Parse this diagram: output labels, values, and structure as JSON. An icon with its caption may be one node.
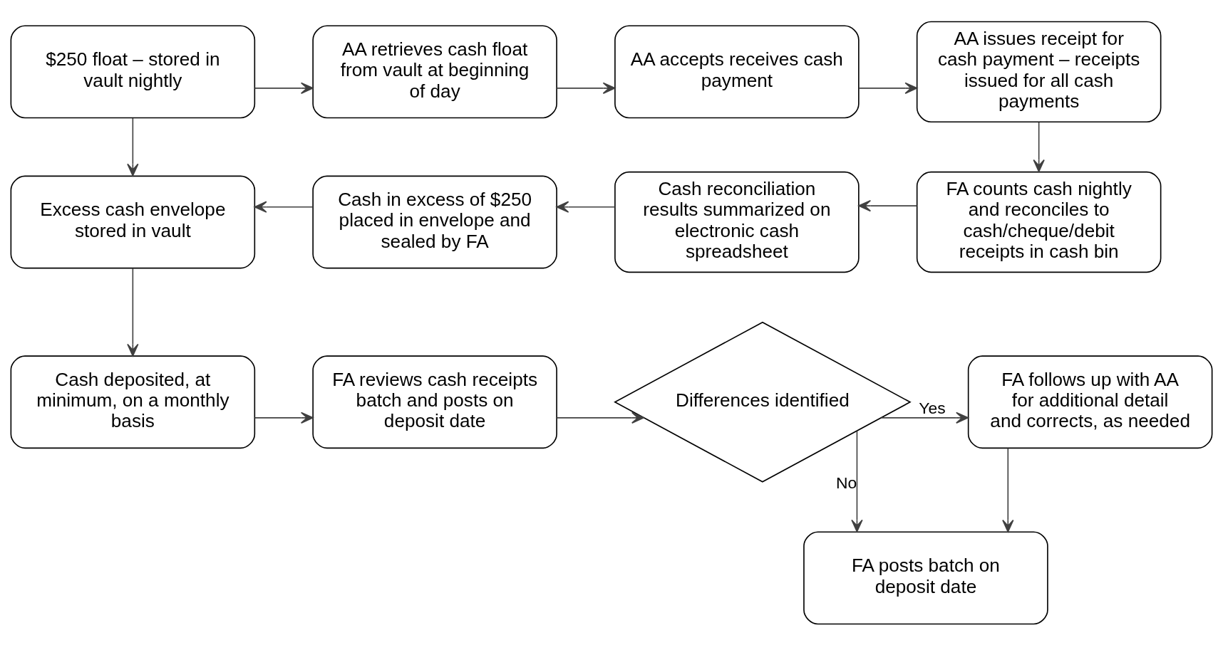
{
  "diagram": {
    "nodes": [
      {
        "text": [
          "$250 float – stored in vault nightly"
        ]
      },
      {
        "text": [
          "AA retrieves cash float from vault at beginning of day"
        ]
      },
      {
        "text": [
          "AA accepts receives cash payment"
        ]
      },
      {
        "text": [
          "AA issues receipt for cash payment – receipts issued for all cash payments"
        ]
      },
      {
        "text": [
          "FA counts cash nightly and reconciles to cash/cheque/debit receipts in cash bin"
        ]
      },
      {
        "text": [
          "Cash reconciliation results summarized on electronic cash spreadsheet"
        ]
      },
      {
        "text": [
          "Cash in excess of $250 placed in envelope and sealed by FA"
        ]
      },
      {
        "text": [
          "Excess cash envelope stored in vault"
        ]
      },
      {
        "text": [
          "Cash deposited, at minimum, on a monthly basis"
        ]
      },
      {
        "text": [
          "FA reviews cash receipts batch and posts on deposit date"
        ]
      },
      {
        "text": [
          "Differences identified"
        ]
      },
      {
        "text": [
          "FA follows up with AA for additional detail and corrects, as needed"
        ]
      },
      {
        "text": [
          "FA posts batch on deposit date"
        ]
      }
    ],
    "edges": [
      {
        "from": 0,
        "to": 1,
        "arrow": "to"
      },
      {
        "from": 1,
        "to": 2,
        "arrow": "to"
      },
      {
        "from": 2,
        "to": 3,
        "arrow": "to"
      },
      {
        "from": 3,
        "to": 4,
        "arrow": "to"
      },
      {
        "from": 4,
        "to": 5,
        "arrow": "to"
      },
      {
        "from": 5,
        "to": 6,
        "arrow": "to"
      },
      {
        "from": 6,
        "to": 7,
        "arrow": "to"
      },
      {
        "from": 0,
        "to": 7,
        "arrow": "to"
      },
      {
        "from": 7,
        "to": 8,
        "arrow": "to"
      },
      {
        "from": 8,
        "to": 9,
        "arrow": "to"
      },
      {
        "from": 9,
        "to": 10,
        "arrow": "to"
      },
      {
        "from": 10,
        "to": 11,
        "label": "Yes",
        "arrow": "to"
      },
      {
        "from": 10,
        "to": 12,
        "label": "No",
        "arrow": "to"
      },
      {
        "from": 11,
        "to": 12,
        "arrow": "to"
      }
    ]
  }
}
